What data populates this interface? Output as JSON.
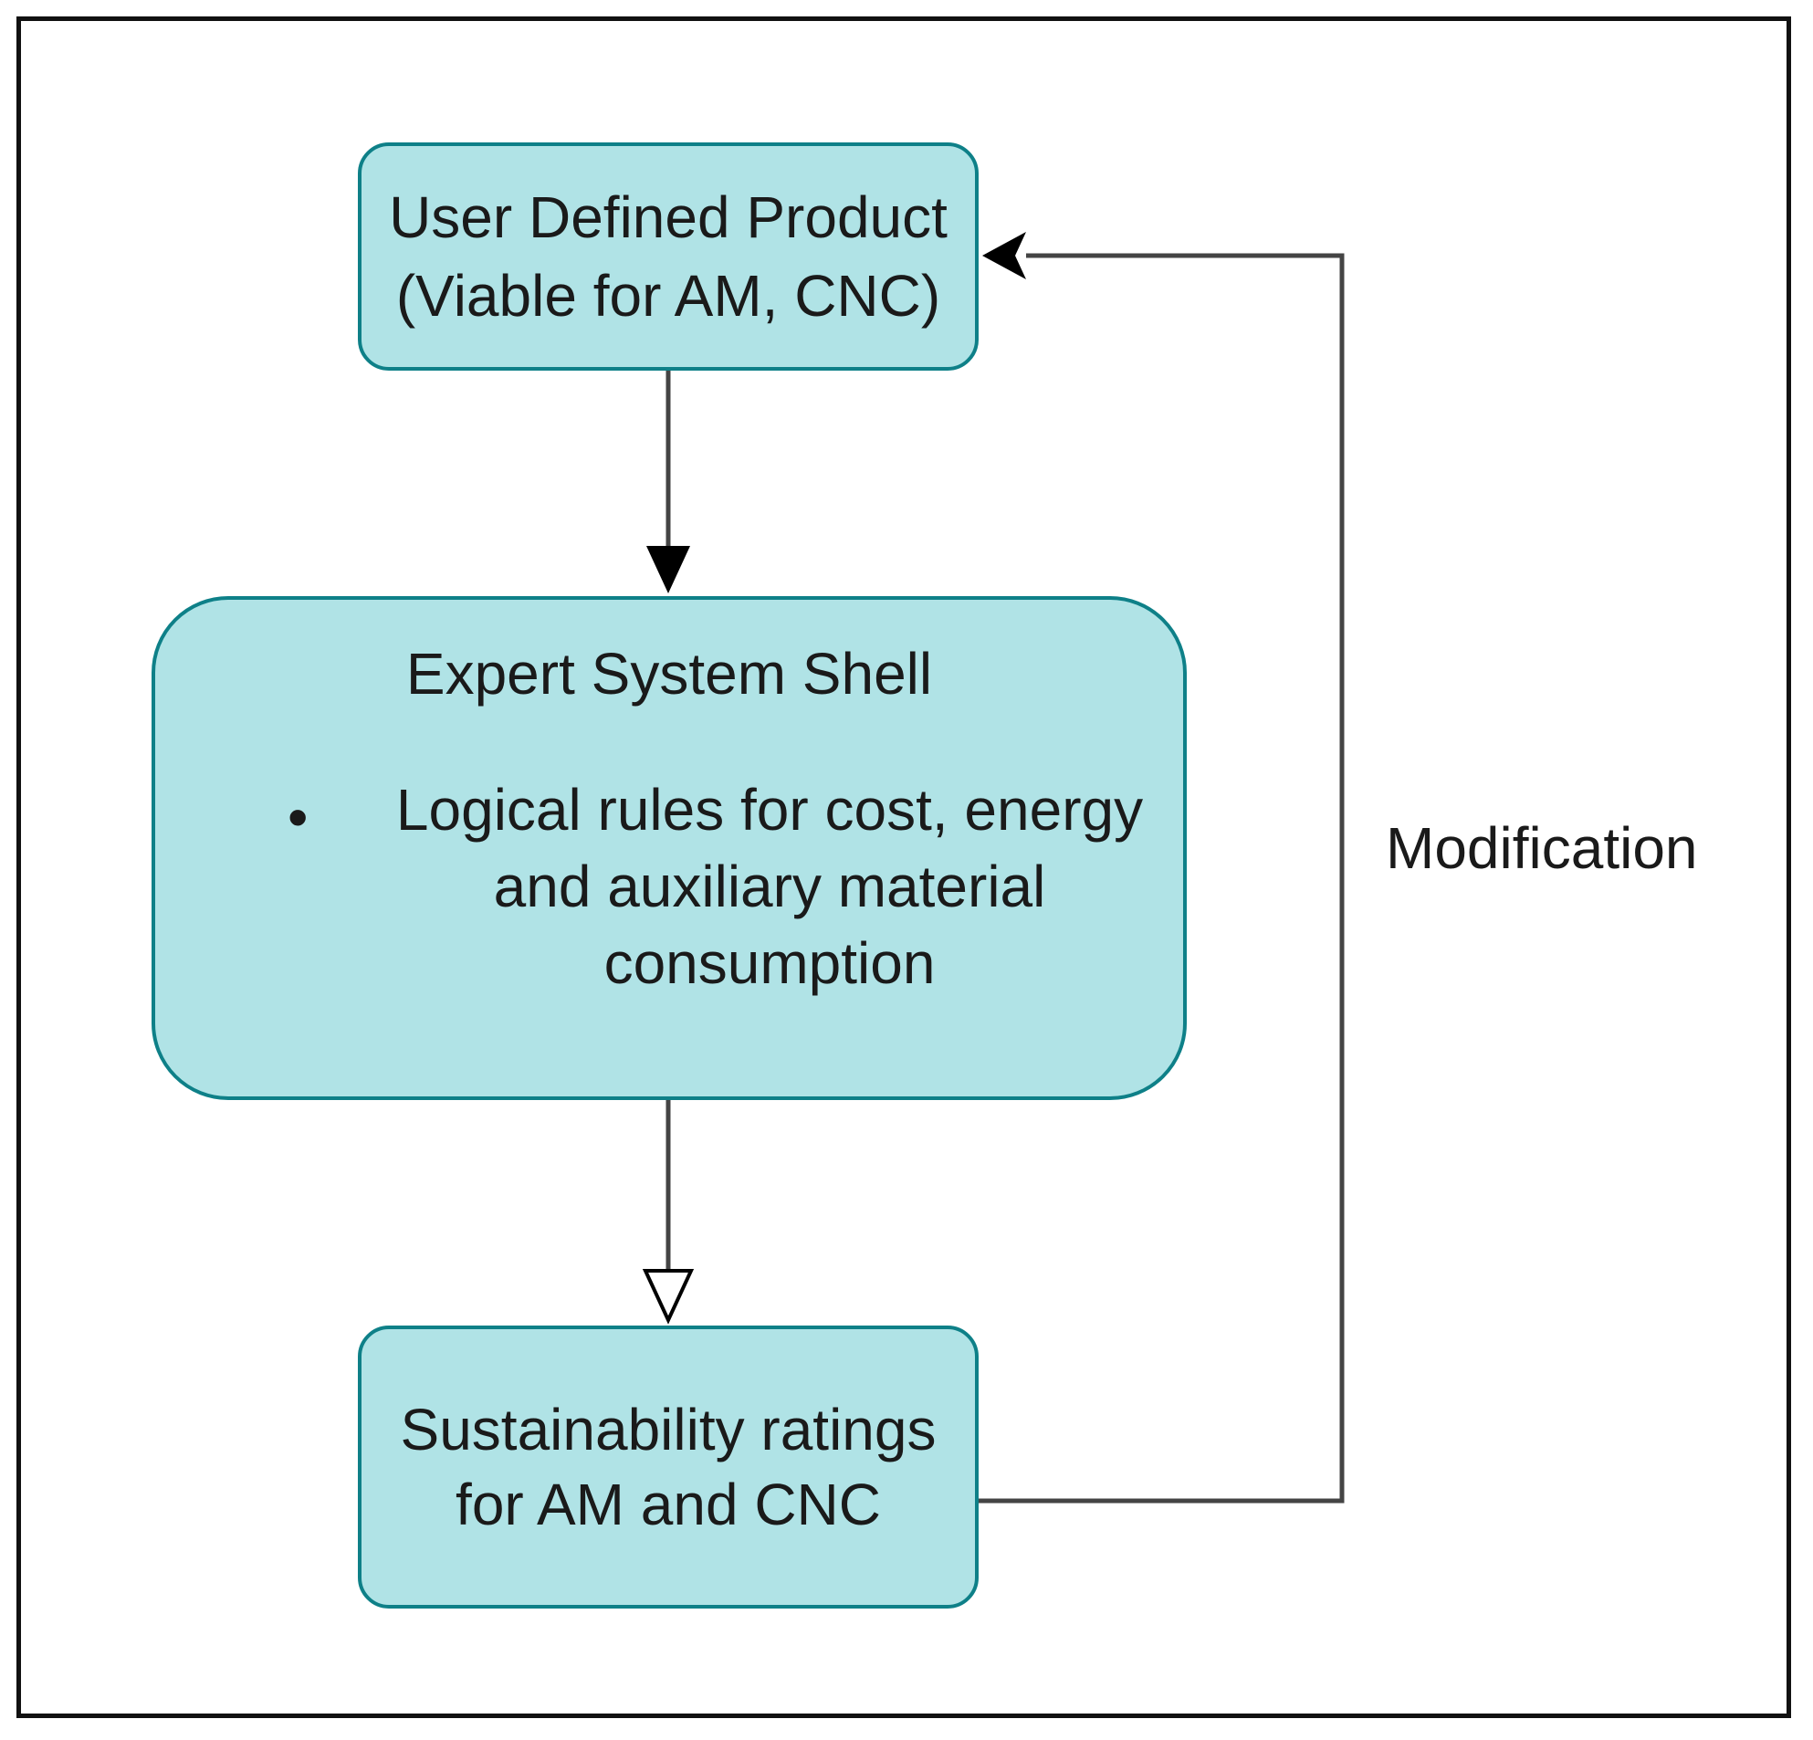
{
  "nodes": {
    "user_product": {
      "line1": "User Defined Product",
      "line2": "(Viable for AM, CNC)"
    },
    "expert_system": {
      "title": "Expert System Shell",
      "bullet": "•",
      "rule": "Logical rules for cost, energy and auxiliary material consumption"
    },
    "sustainability": {
      "line1": "Sustainability ratings",
      "line2": "for AM and CNC"
    }
  },
  "edges": {
    "feedback_label": "Modification"
  },
  "colors": {
    "node_fill": "#b0e3e6",
    "node_border": "#0e8088",
    "edge": "#444444",
    "frame": "#111111"
  }
}
